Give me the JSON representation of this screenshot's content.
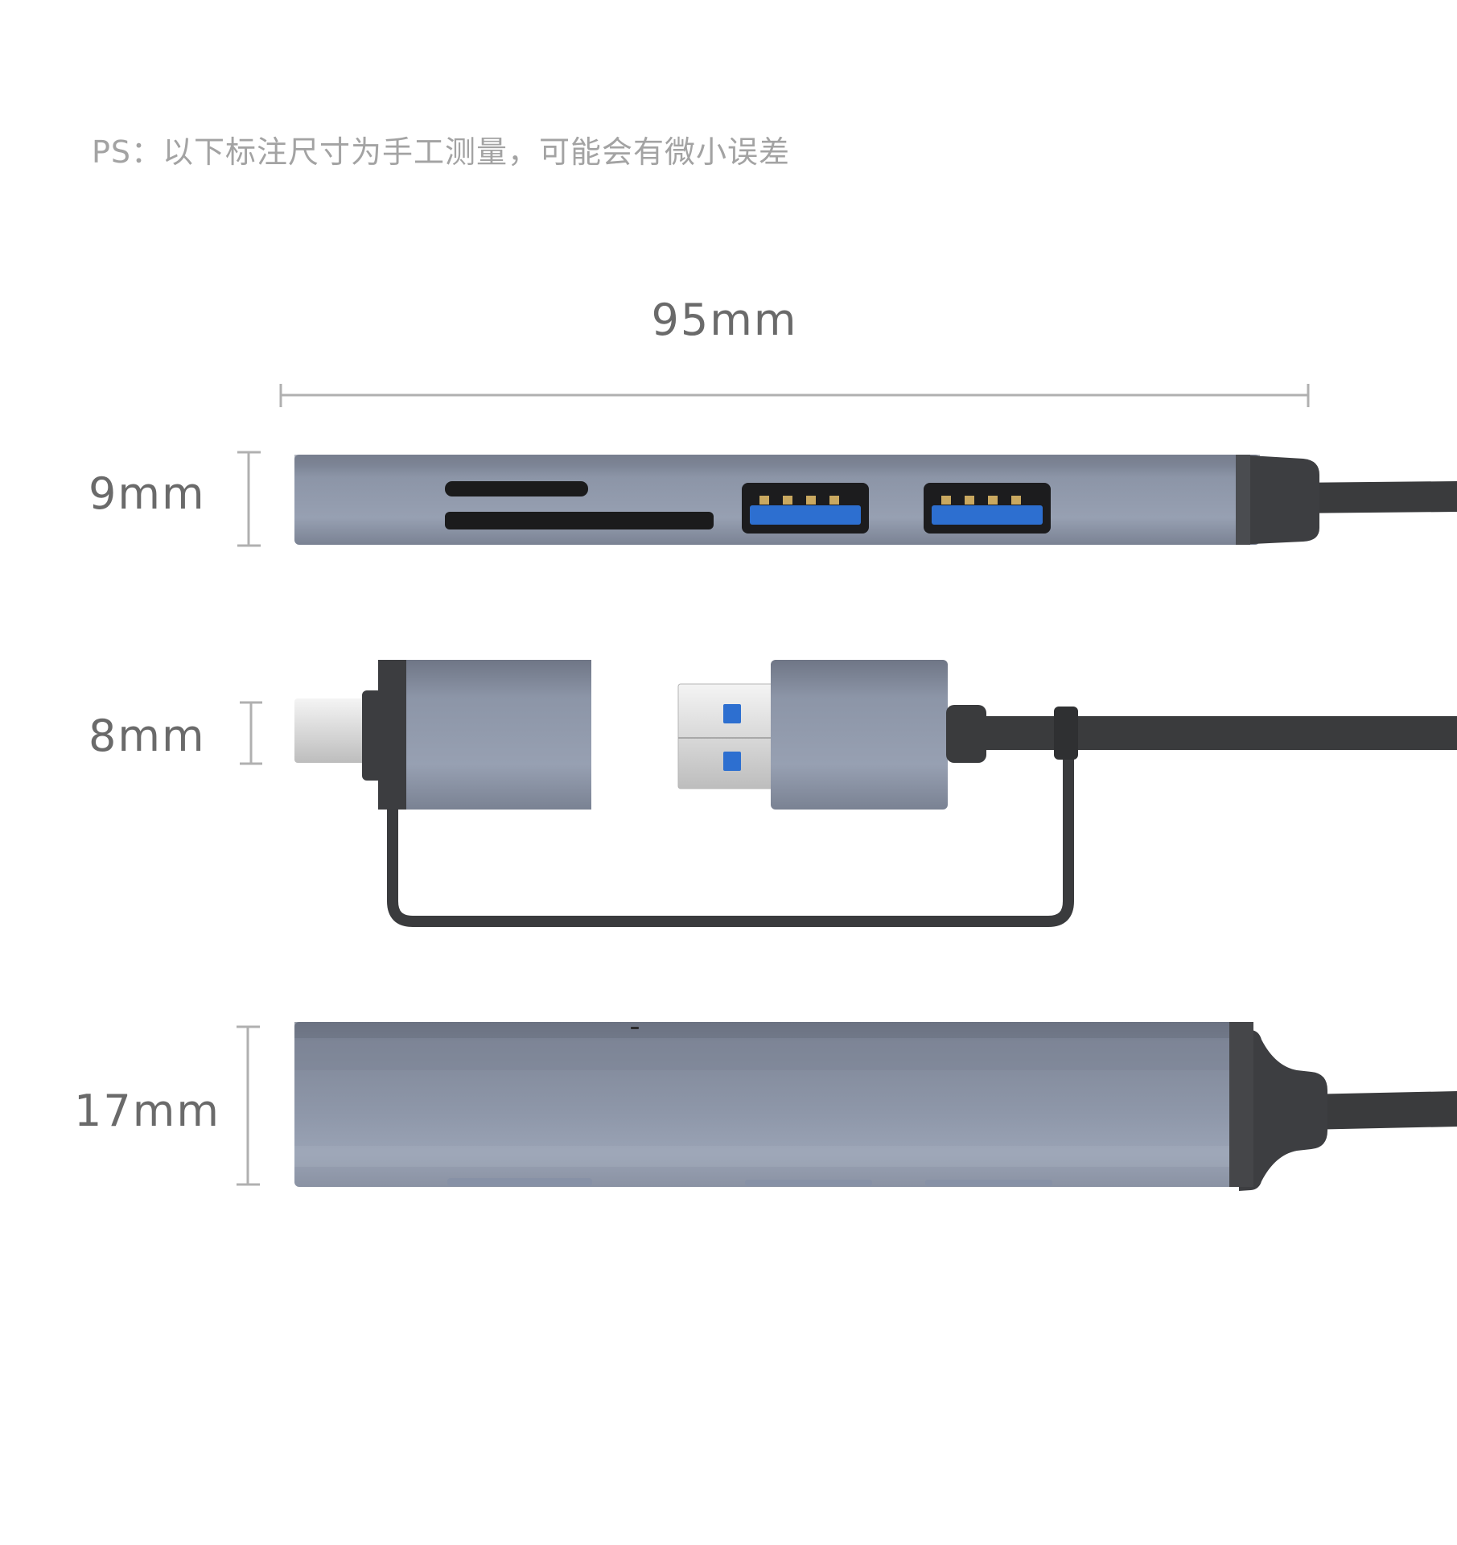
{
  "note": "PS：以下标注尺寸为手工测量，可能会有微小误差",
  "dimensions": {
    "length": "95mm",
    "thickness": "9mm",
    "connector": "8mm",
    "width": "17mm"
  },
  "colors": {
    "background": "#ffffff",
    "note_text": "#a3a3a3",
    "label_text": "#6a6a6a",
    "dimension_line": "#b0b0b0",
    "aluminium": "#8e97a8",
    "cable": "#3a3b3d",
    "usb_blue": "#2d6fd0"
  },
  "icons": {
    "measure_length": "horizontal-dimension-line",
    "measure_height": "vertical-dimension-bracket"
  }
}
